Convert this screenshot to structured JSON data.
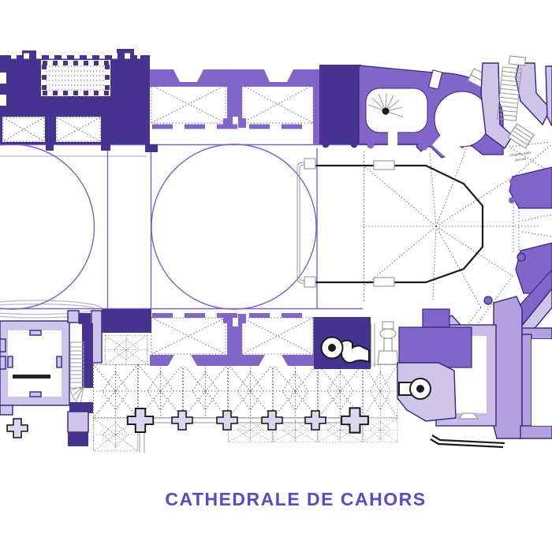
{
  "plan": {
    "title": "CATHEDRALE DE CAHORS",
    "labels": {
      "chapel_line1": "Chapelle Saint",
      "chapel_line2": "Benoite"
    },
    "palette": {
      "dark": "#463390",
      "medium": "#8265c8",
      "medium_lavender": "#b2a1dc",
      "pale_lavender": "#cfc5e9",
      "pier_fill": "#ddd6f0",
      "construction_line": "#7a5fd0",
      "dotted_gray": "#6e6e6e",
      "outline": "#342683",
      "ghost_gray": "#b9b6c9",
      "ink_black": "#1b1b1b",
      "title_color": "#5a49cb",
      "stair_gray": "#999999",
      "room_wall": "#c9bde7"
    }
  }
}
